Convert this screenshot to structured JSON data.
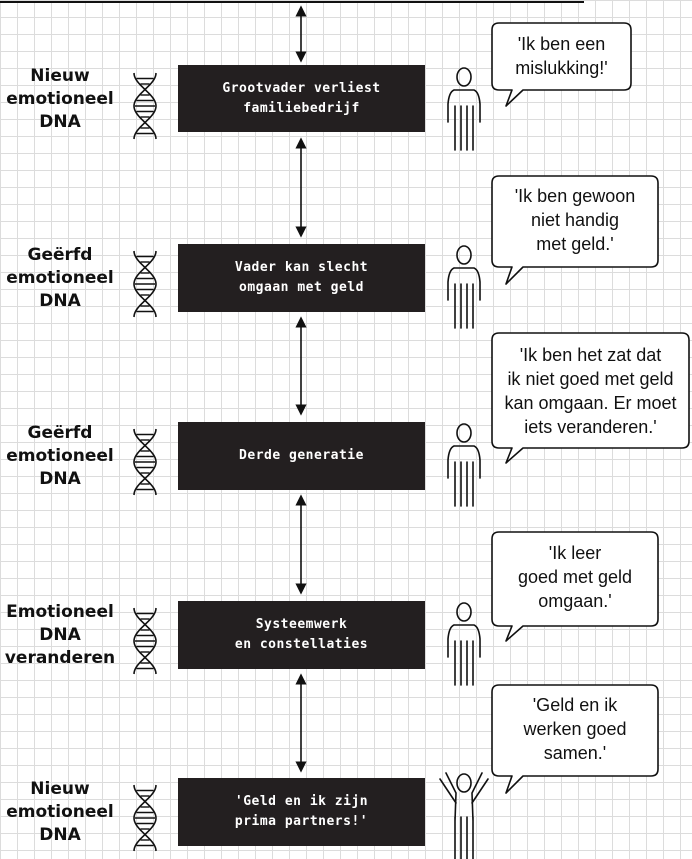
{
  "rows": [
    {
      "label_lines": [
        "Nieuw",
        "emotioneel",
        "DNA"
      ],
      "box_lines": [
        "Grootvader verliest",
        "familiebedrijf"
      ],
      "quote_lines": [
        "'Ik ben een",
        "mislukking!'"
      ],
      "figure": "standing-person-icon"
    },
    {
      "label_lines": [
        "Geërfd",
        "emotioneel",
        "DNA"
      ],
      "box_lines": [
        "Vader kan slecht",
        "omgaan met geld"
      ],
      "quote_lines": [
        "'Ik ben gewoon",
        "niet handig",
        "met geld.'"
      ],
      "figure": "standing-person-icon"
    },
    {
      "label_lines": [
        "Geërfd",
        "emotioneel",
        "DNA"
      ],
      "box_lines": [
        "Derde generatie"
      ],
      "quote_lines": [
        "'Ik ben het zat dat",
        "ik niet goed met geld",
        "kan omgaan. Er moet",
        "iets veranderen.'"
      ],
      "figure": "standing-person-icon"
    },
    {
      "label_lines": [
        "Emotioneel",
        "DNA",
        "veranderen"
      ],
      "box_lines": [
        "Systeemwerk",
        "en constellaties"
      ],
      "quote_lines": [
        "'Ik leer",
        "goed met geld",
        "omgaan.'"
      ],
      "figure": "standing-person-icon"
    },
    {
      "label_lines": [
        "Nieuw",
        "emotioneel",
        "DNA"
      ],
      "box_lines": [
        "'Geld en ik zijn",
        "prima partners!'"
      ],
      "quote_lines": [
        "'Geld en ik",
        "werken goed",
        "samen.'"
      ],
      "figure": "cheering-person-icon"
    }
  ],
  "colors": {
    "box_fill": "#231f20",
    "box_text": "#ffffff",
    "line": "#111111",
    "grid": "#dcdcdc"
  }
}
